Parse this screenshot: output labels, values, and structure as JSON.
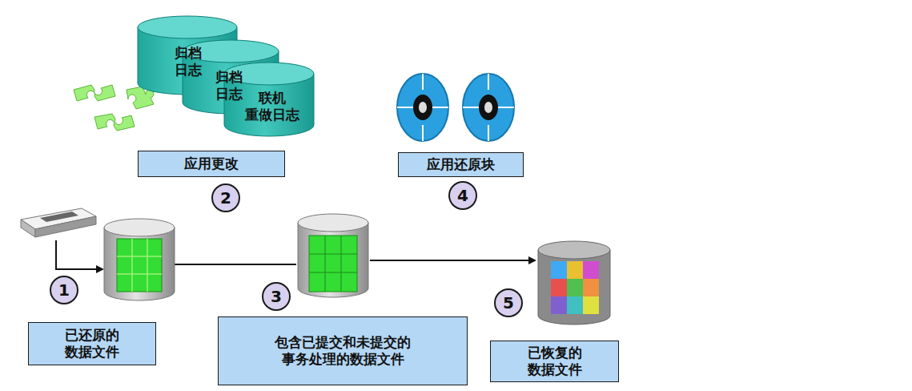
{
  "diagram": {
    "nodes": [
      {
        "text": [
          "归档 日志"
        ]
      },
      {
        "text": [
          "归档 日志"
        ]
      },
      {
        "text": [
          "联机 重做日志"
        ]
      },
      {
        "text": [
          "应用更改"
        ]
      },
      {
        "text": [
          "应用还原块"
        ]
      },
      {
        "text": [
          "已还原的 数据文件"
        ]
      },
      {
        "text": [
          "包含已提交和未提交的 事务处理的数据文件"
        ]
      },
      {
        "text": [
          "已恢复的 数据文件"
        ]
      }
    ],
    "labels": [
      "2",
      "4",
      "1",
      "3",
      "5"
    ]
  }
}
